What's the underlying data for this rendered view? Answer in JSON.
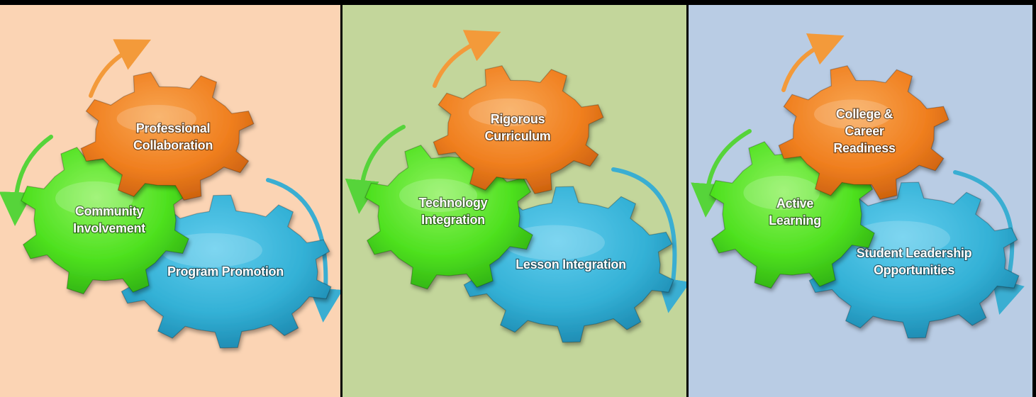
{
  "colors": {
    "border": "#000000",
    "orange_gear": "#f07f1f",
    "green_gear": "#4ee11f",
    "blue_gear": "#33b1d6",
    "orange_arrow": "#f39a3a",
    "green_arrow": "#56d43a",
    "blue_arrow": "#3aaed2",
    "label_text": "#ffffff"
  },
  "panels": [
    {
      "background": "#fbd4b4",
      "gears": {
        "orange": [
          "Professional",
          "Collaboration"
        ],
        "green": [
          "Community",
          "Involvement"
        ],
        "blue": [
          "Program Promotion"
        ]
      }
    },
    {
      "background": "#c3d69b",
      "gears": {
        "orange": [
          "Rigorous",
          "Curriculum"
        ],
        "green": [
          "Technology",
          "Integration"
        ],
        "blue": [
          "Lesson Integration"
        ]
      }
    },
    {
      "background": "#b9cce4",
      "gears": {
        "orange": [
          "College &",
          "Career",
          "Readiness"
        ],
        "green": [
          "Active",
          "Learning"
        ],
        "blue": [
          "Student Leadership",
          "Opportunities"
        ]
      }
    }
  ]
}
